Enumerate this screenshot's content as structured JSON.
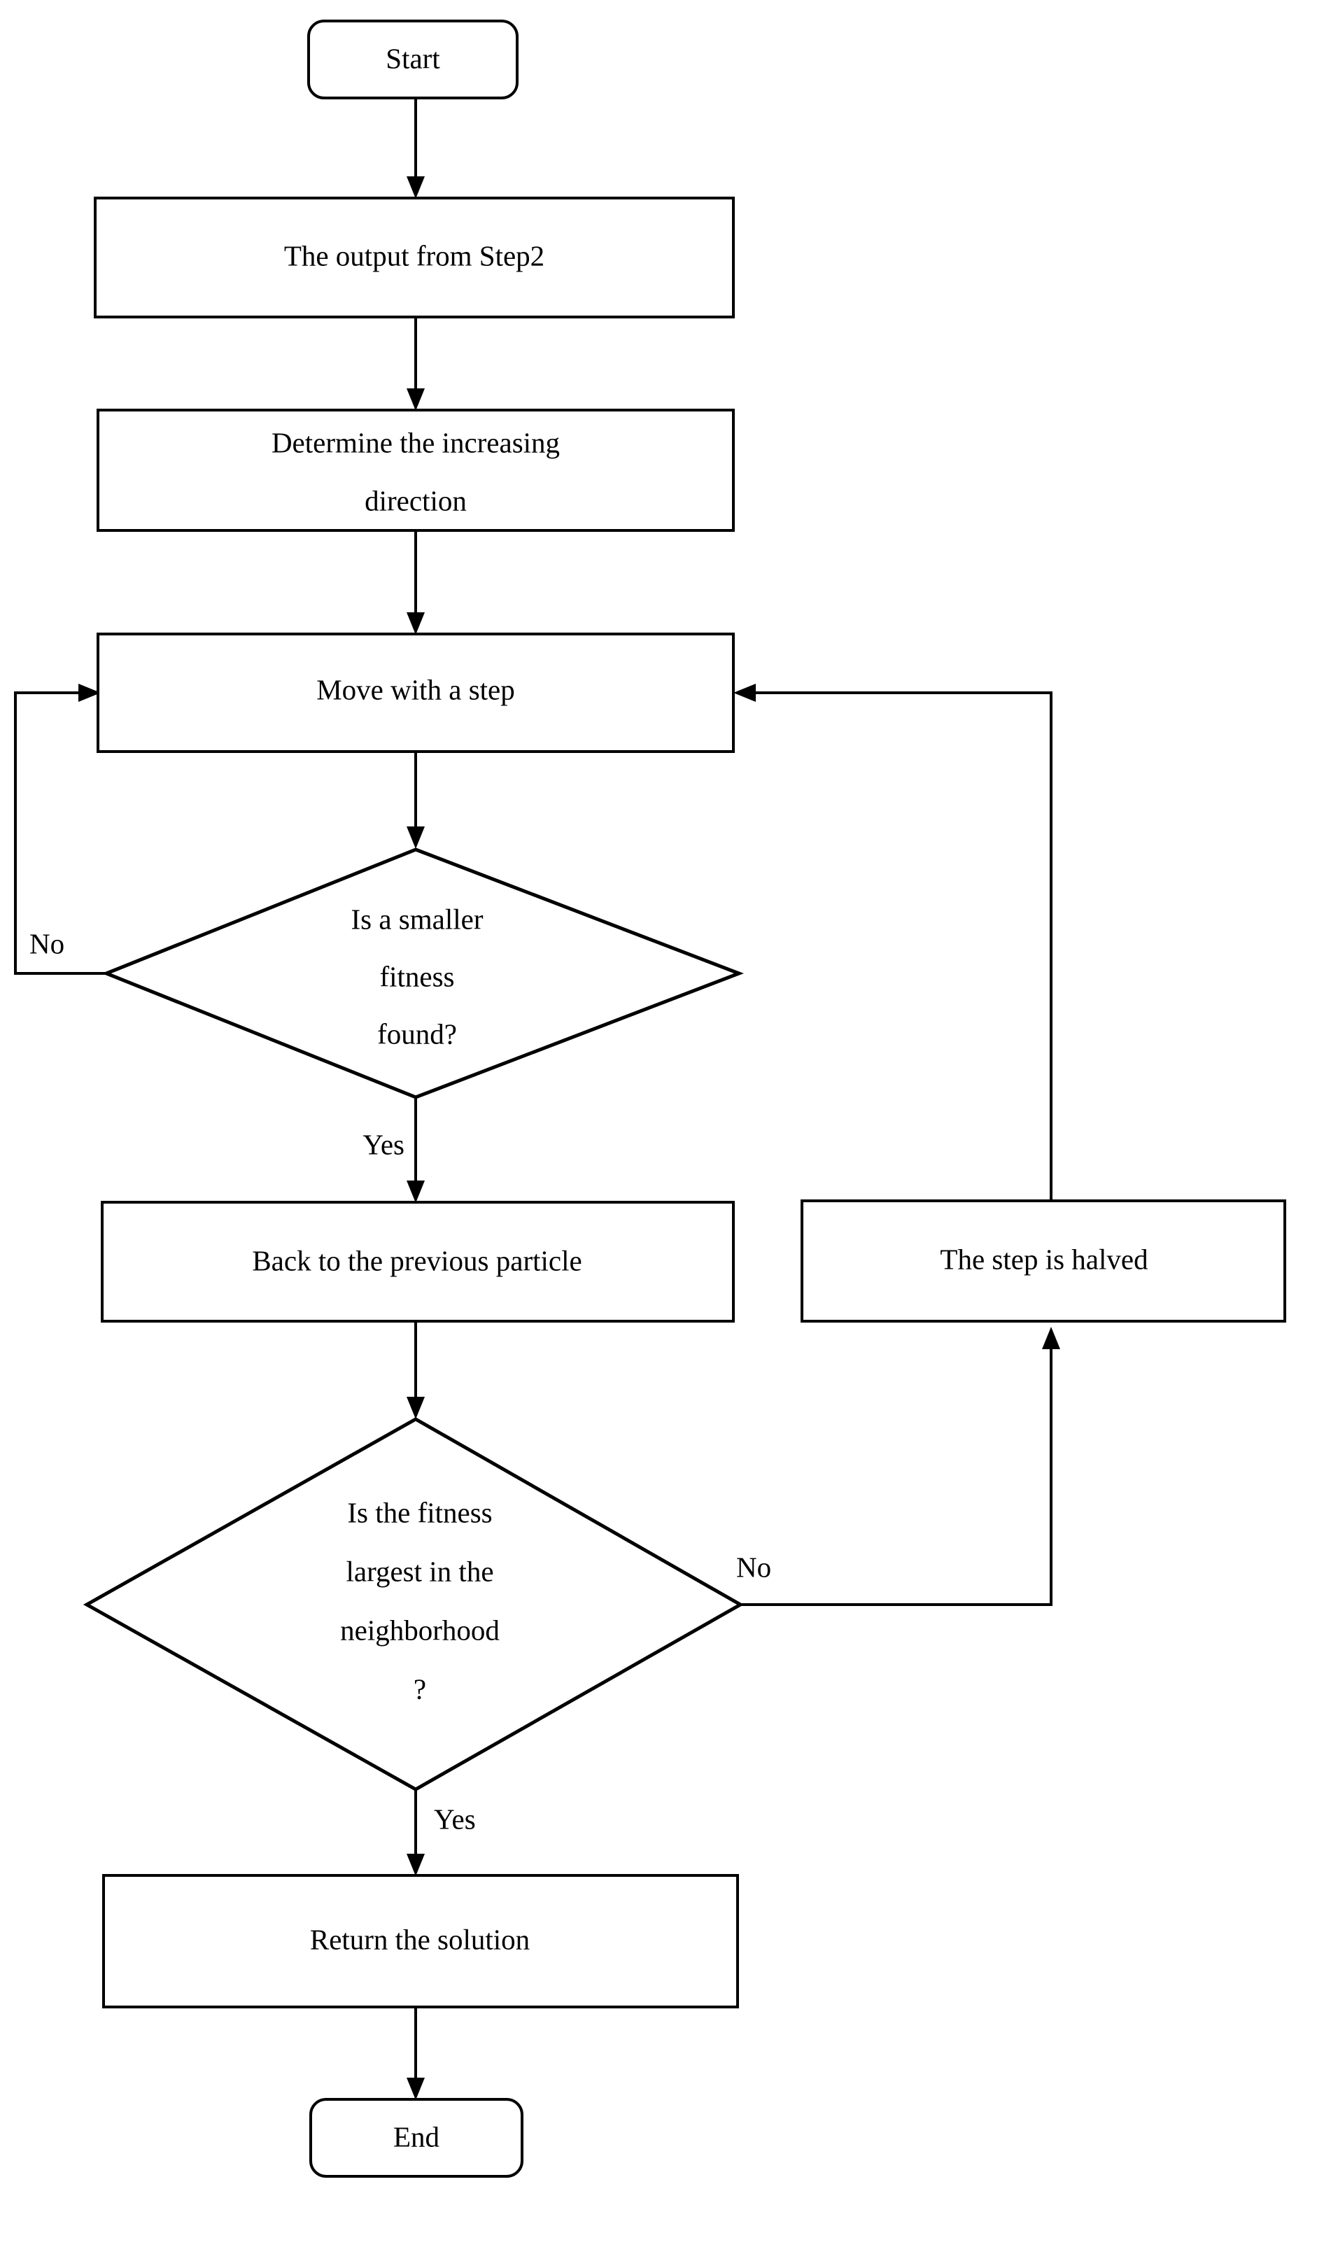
{
  "diagram": {
    "type": "flowchart",
    "orientation": "vertical",
    "background_color": "#ffffff",
    "line_color": "#000000",
    "text_color": "#000000",
    "nodes": {
      "start": {
        "label": "Start",
        "shape": "terminator"
      },
      "input_step2": {
        "label": "The output from Step2",
        "shape": "process"
      },
      "determine_direction": {
        "label_line1": "Determine the increasing",
        "label_line2": "direction",
        "shape": "process"
      },
      "move_step": {
        "label": "Move with a step",
        "shape": "process"
      },
      "smaller_fitness": {
        "label_line1": "Is a smaller",
        "label_line2": "fitness",
        "label_line3": "found?",
        "shape": "decision"
      },
      "back_particle": {
        "label": "Back to the previous particle",
        "shape": "process"
      },
      "step_halved": {
        "label": "The step is halved",
        "shape": "process"
      },
      "largest_neighborhood": {
        "label_line1": "Is the fitness",
        "label_line2": "largest in the",
        "label_line3": "neighborhood",
        "label_line4": "?",
        "shape": "decision"
      },
      "return_solution": {
        "label": "Return the solution",
        "shape": "process"
      },
      "end": {
        "label": "End",
        "shape": "terminator"
      }
    },
    "edge_labels": {
      "smaller_fitness_no": "No",
      "smaller_fitness_yes": "Yes",
      "largest_neighborhood_no": "No",
      "largest_neighborhood_yes": "Yes"
    }
  }
}
